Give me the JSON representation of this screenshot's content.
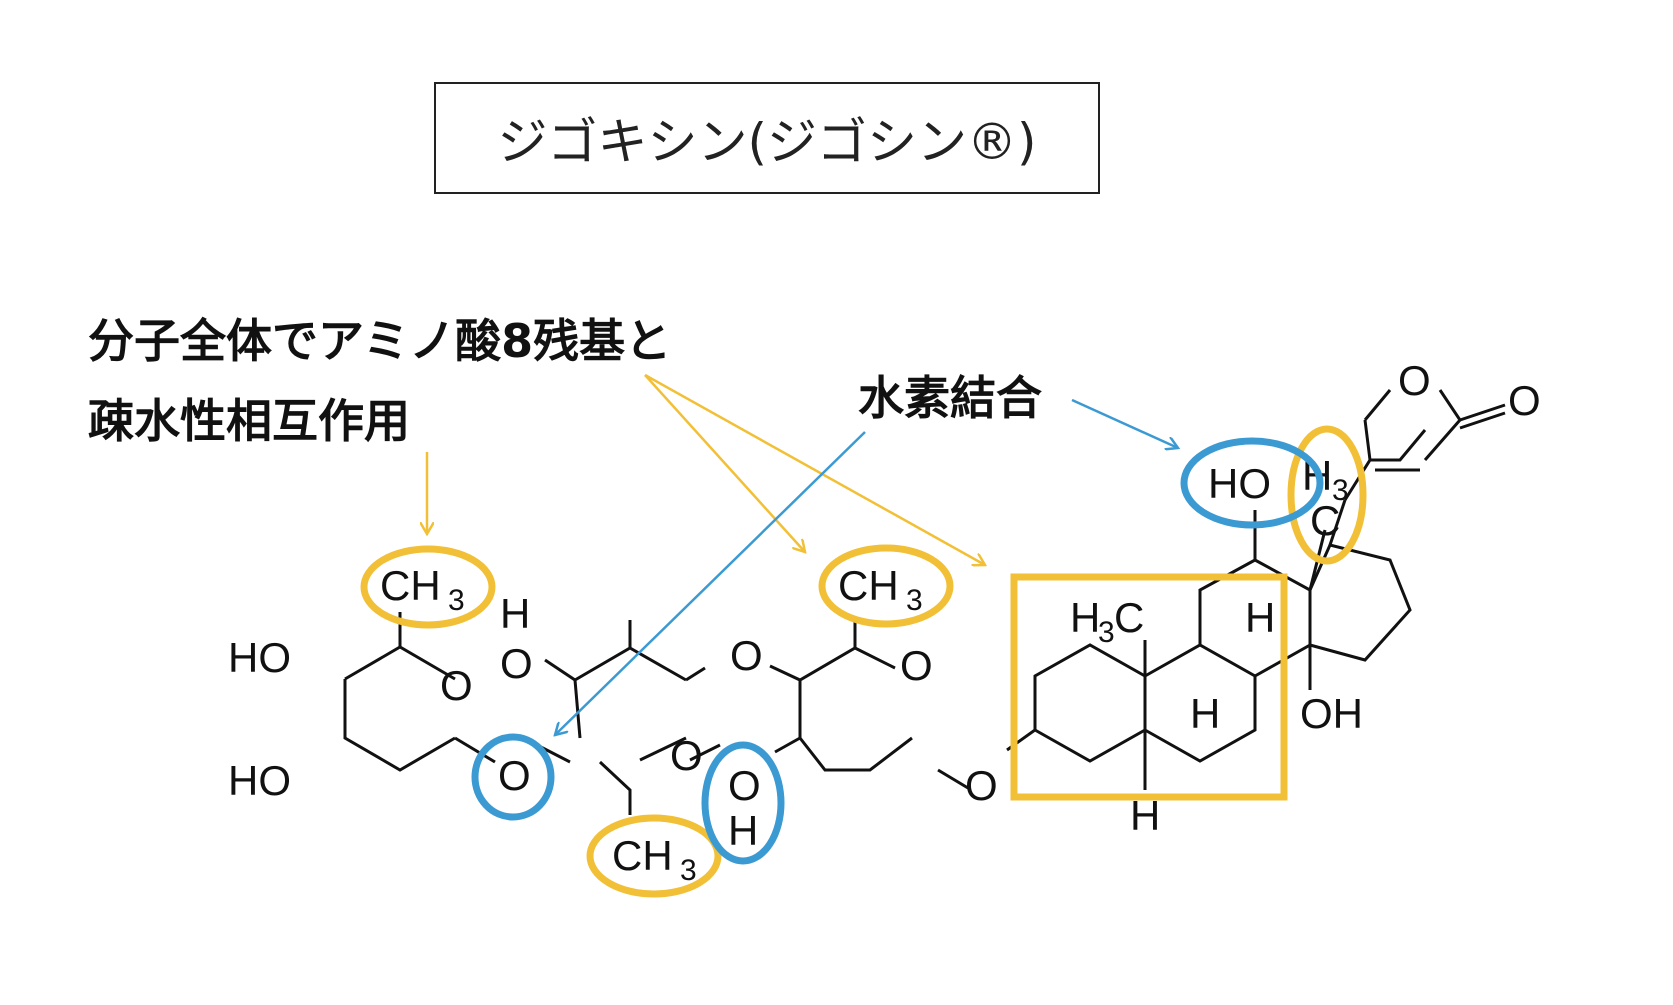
{
  "title": "ジゴキシン(ジゴシン®)",
  "annotations": {
    "hydrophobic_line1": "分子全体でアミノ酸8残基と",
    "hydrophobic_line2": "疎水性相互作用",
    "hbond": "水素結合"
  },
  "atoms": {
    "ho": "HO",
    "o": "O",
    "h": "H",
    "c": "C",
    "oh": "OH",
    "ch": "CH",
    "h3c": "H",
    "c_after_h3": "C",
    "three": "3"
  },
  "colors": {
    "hydrophobic_highlight": "#F2C037",
    "hbond_highlight": "#3C9AD3",
    "ink": "#111111"
  }
}
